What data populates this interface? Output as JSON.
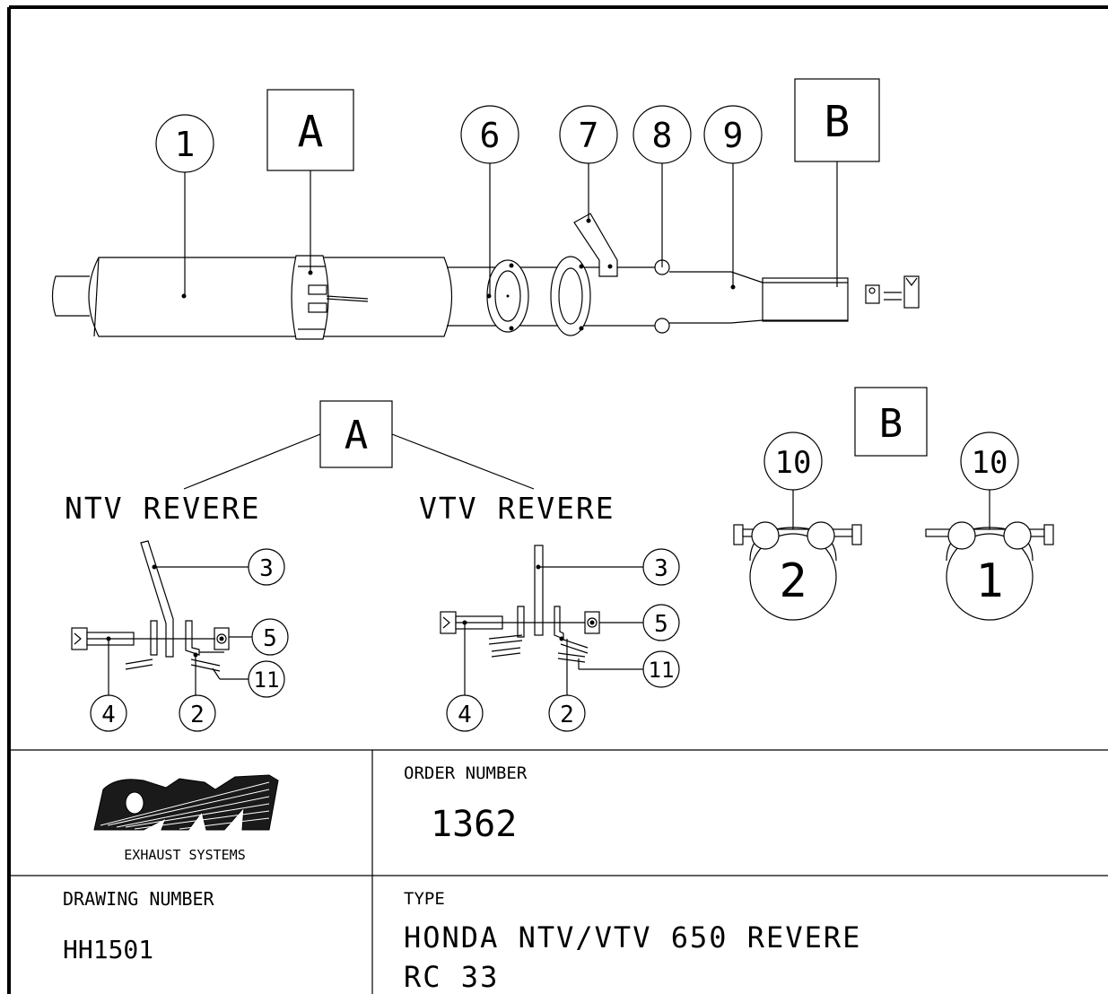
{
  "callouts": {
    "c1": "1",
    "c6": "6",
    "c7": "7",
    "c8": "8",
    "c9": "9",
    "a_top": "A",
    "b_top": "B",
    "a_mid": "A",
    "b_mid": "B",
    "ntv3": "3",
    "ntv5": "5",
    "ntv11": "11",
    "ntv4": "4",
    "ntv2": "2",
    "vtv3": "3",
    "vtv5": "5",
    "vtv11": "11",
    "vtv4": "4",
    "vtv2": "2",
    "b10a": "10",
    "b10b": "10",
    "clamp2": "2",
    "clamp1": "1"
  },
  "labels": {
    "ntv": "NTV REVERE",
    "vtv": "VTV REVERE"
  },
  "title_block": {
    "logo_text": "EXHAUST SYSTEMS",
    "order_label": "ORDER NUMBER",
    "order_value": "1362",
    "drawing_label": "DRAWING NUMBER",
    "drawing_value": "HH1501",
    "type_label": "TYPE",
    "type_line1": "HONDA NTV/VTV 650 REVERE",
    "type_line2": "RC 33"
  }
}
